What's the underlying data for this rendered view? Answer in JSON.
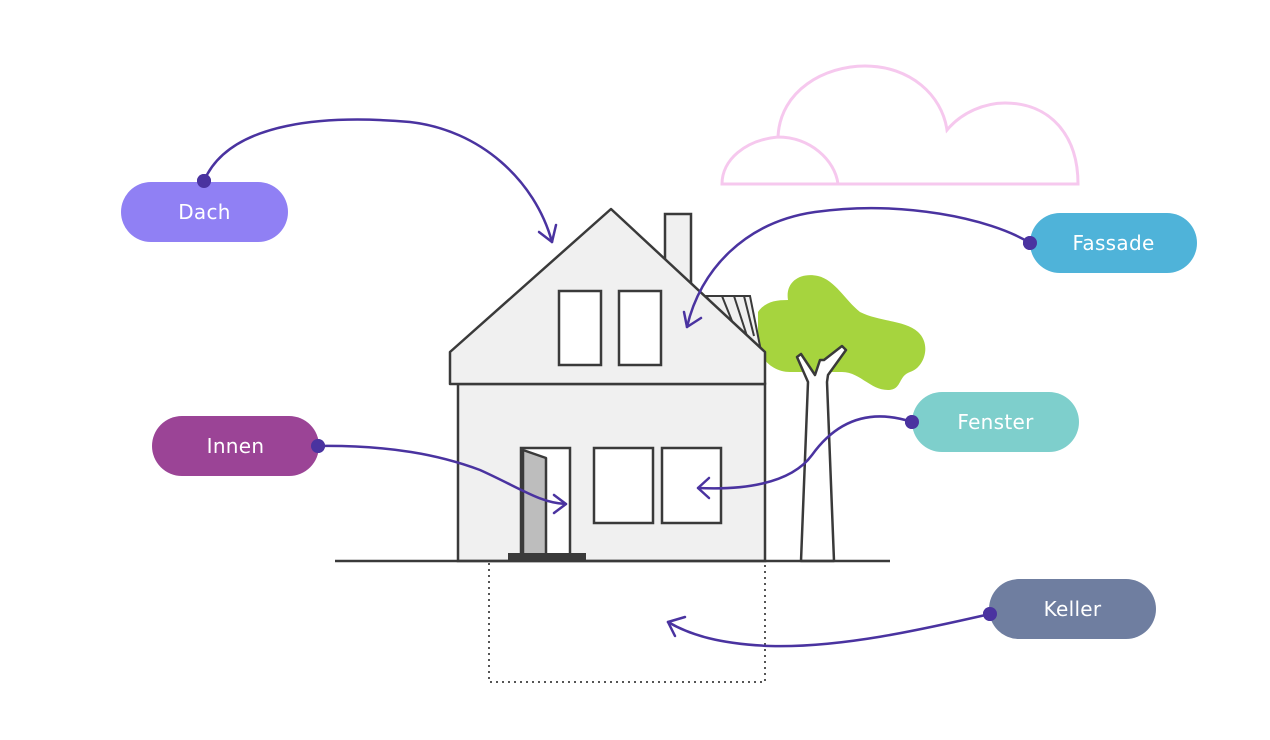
{
  "labels": {
    "dach": {
      "text": "Dach",
      "color": "#9080f4"
    },
    "innen": {
      "text": "Innen",
      "color": "#9b4496"
    },
    "fassade": {
      "text": "Fassade",
      "color": "#4fb3d9"
    },
    "fenster": {
      "text": "Fenster",
      "color": "#7ecfcc"
    },
    "keller": {
      "text": "Keller",
      "color": "#6f7ea0"
    }
  },
  "colors": {
    "arrow": "#4a33a0",
    "house_stroke": "#3a3a3a",
    "house_fill": "#f0f0f0",
    "tree_foliage": "#a6d43e",
    "cloud": "#f6c8ee",
    "door_panel": "#bdbdbd"
  }
}
